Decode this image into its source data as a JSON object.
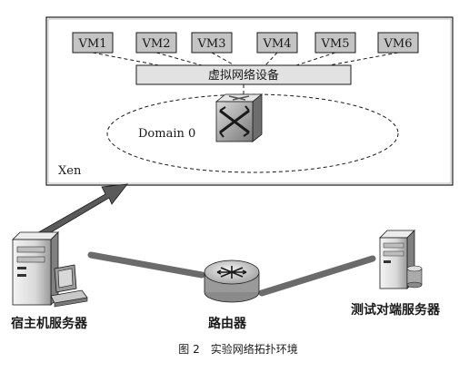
{
  "xen_label": "Xen",
  "vms": [
    "VM1",
    "VM2",
    "VM3",
    "VM4",
    "VM5",
    "VM6"
  ],
  "virtual_network_device": "虚拟网络设备",
  "domain0_label": "Domain 0",
  "nodes": {
    "host_server": "宿主机服务器",
    "router": "路由器",
    "peer_server": "测试对端服务器"
  },
  "caption": "图 2　实验网络拓扑环境",
  "colors": {
    "vm_box": "#c4c4c4",
    "vnet_bar": "#e2e2e2",
    "link": "#6b6b6b",
    "arrow": "#5a5a5a"
  }
}
